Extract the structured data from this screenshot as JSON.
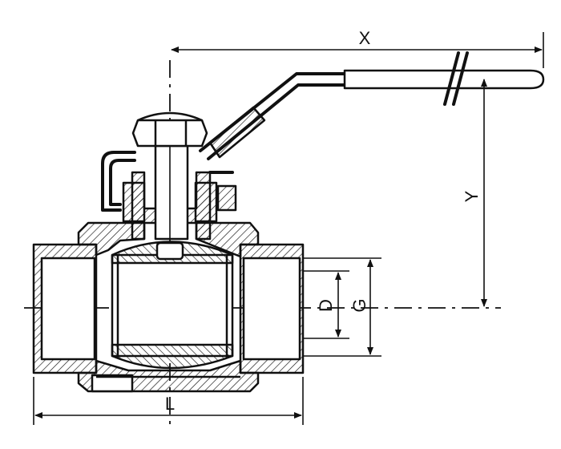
{
  "dimensions": {
    "x": "X",
    "y": "Y",
    "d": "D",
    "g": "G",
    "l": "L"
  },
  "colors": {
    "line": "#111111",
    "background": "#ffffff"
  }
}
